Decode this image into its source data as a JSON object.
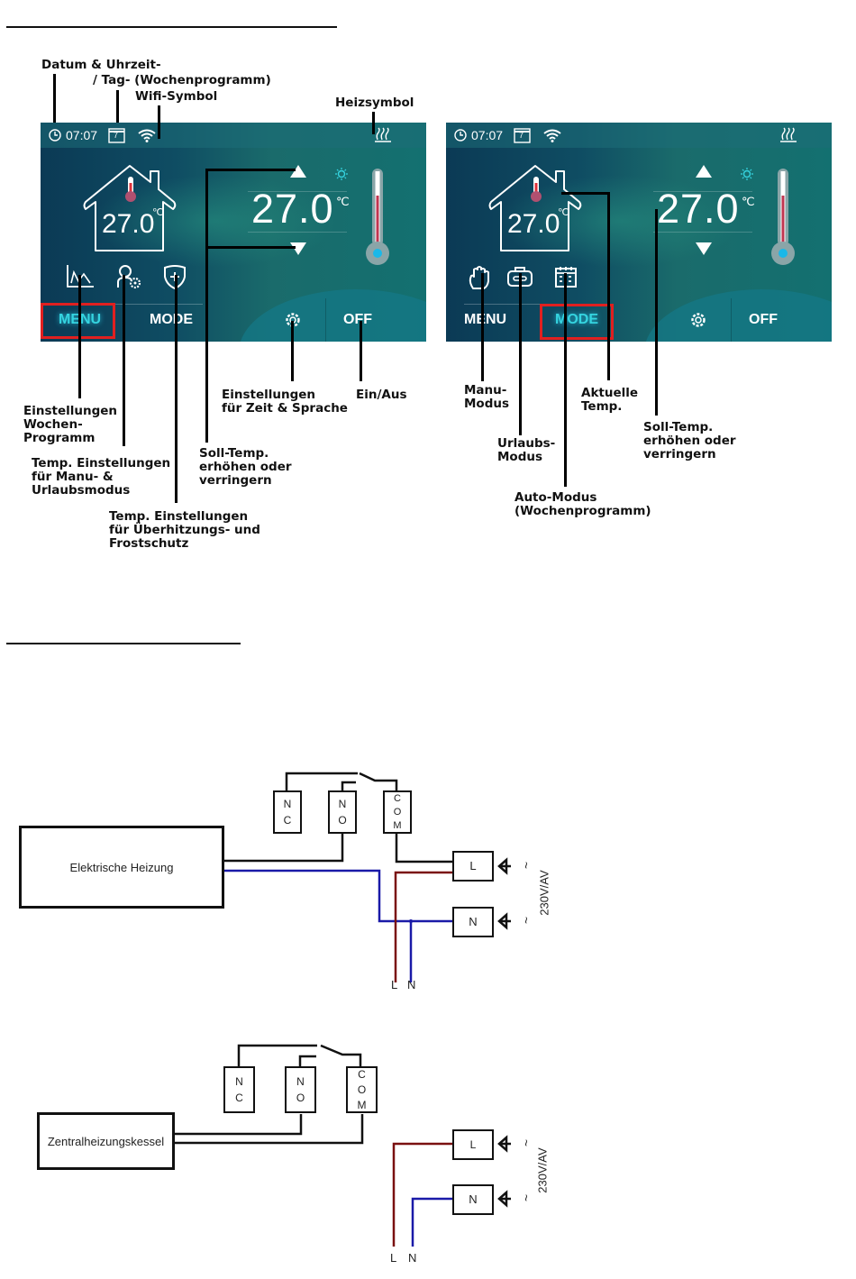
{
  "section_rules": [
    "top-section-rule",
    "wiring-section-rule"
  ],
  "screen_left": {
    "time": "07:07",
    "calendar_day": "7",
    "current_temp": "27.0",
    "set_temp": "27.0",
    "unit": "℃",
    "menu_label": "MENU",
    "mode_label": "MODE",
    "off_label": "OFF",
    "active_button": "MENU",
    "icons": [
      "weekly-program-chart-icon",
      "user-settings-icon",
      "shield-plus-icon"
    ]
  },
  "screen_right": {
    "time": "07:07",
    "calendar_day": "7",
    "current_temp": "27.0",
    "set_temp": "27.0",
    "unit": "℃",
    "menu_label": "MENU",
    "mode_label": "MODE",
    "off_label": "OFF",
    "active_button": "MODE",
    "icons": [
      "hand-manual-icon",
      "suitcase-vacation-icon",
      "calendar-auto-icon"
    ]
  },
  "annotations_left": {
    "datetime": "Datum & Uhrzeit-",
    "day": "/ Tag- (Wochenprogramm)",
    "wifi": "Wifi-Symbol",
    "heat": "Heizsymbol",
    "weekly": "Einstellungen\nWochen-\nProgramm",
    "manu_urlaub": "Temp. Einstellungen\nfür Manu- &\nUrlaubsmodus",
    "frost": "Temp. Einstellungen\nfür Überhitzungs- und\nFrostschutz",
    "setpoint": "Soll-Temp.\nerhöhen oder\nverringern",
    "time_lang": "Einstellungen\nfür Zeit & Sprache",
    "onoff": "Ein/Aus"
  },
  "annotations_right": {
    "manu": "Manu-\nModus",
    "urlaub": "Urlaubs-\nModus",
    "auto": "Auto-Modus\n(Wochenprogramm)",
    "current": "Aktuelle\nTemp.",
    "setpoint": "Soll-Temp.\nerhöhen oder\nverringern"
  },
  "wiring_1": {
    "device": "Elektrische Heizung",
    "nc": [
      "N",
      "C"
    ],
    "no": [
      "N",
      "O"
    ],
    "com": [
      "C",
      "O",
      "M"
    ],
    "l": "L",
    "n": "N",
    "voltage": "230V/AV",
    "bottom_l": "L",
    "bottom_n": "N",
    "wire_colors": {
      "live": "#7a1010",
      "neutral": "#1a1aa8",
      "signal": "#111111"
    }
  },
  "wiring_2": {
    "device": "Zentralheizungskessel",
    "nc": [
      "N",
      "C"
    ],
    "no": [
      "N",
      "O"
    ],
    "com": [
      "C",
      "O",
      "M"
    ],
    "l": "L",
    "n": "N",
    "voltage": "230V/AV",
    "bottom_l": "L",
    "bottom_n": "N"
  },
  "colors": {
    "accent": "#35d4e0",
    "highlight_box": "#e02020"
  }
}
